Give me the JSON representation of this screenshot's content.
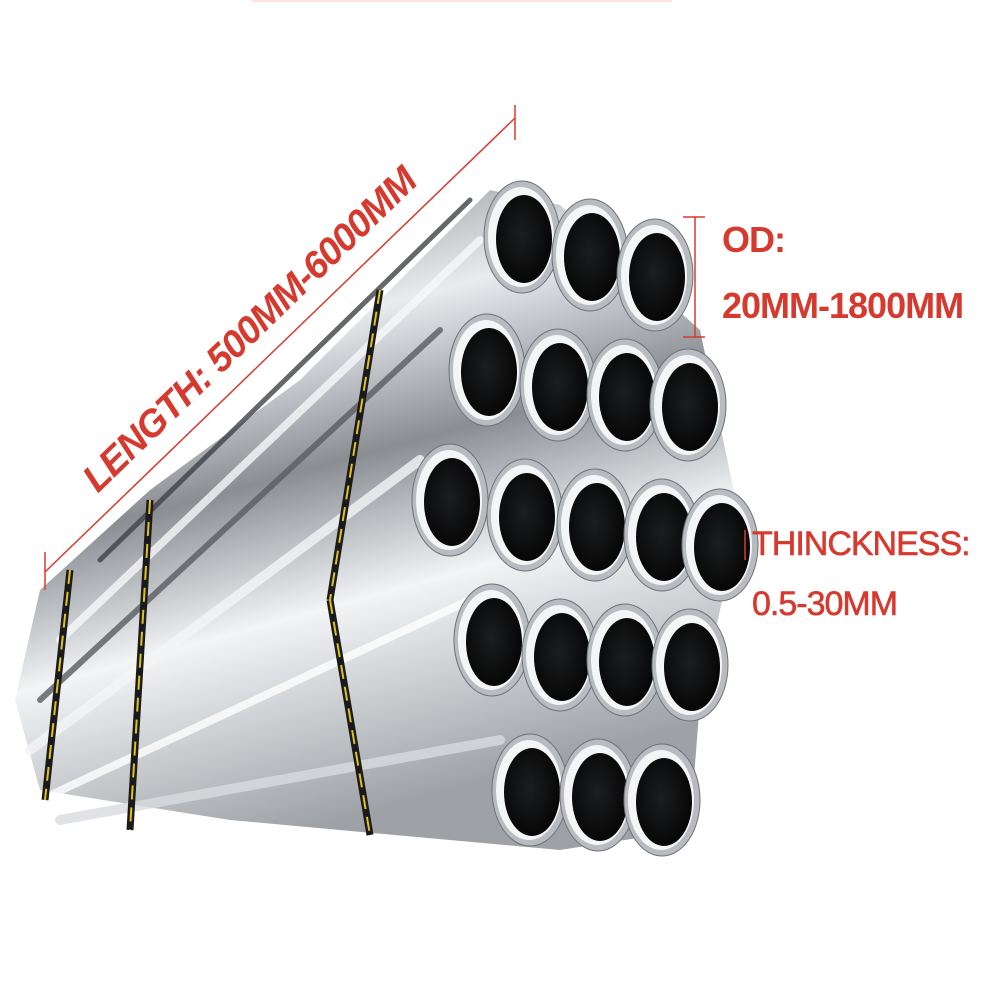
{
  "labels": {
    "length": "LENGTH: 500MM-6000MM",
    "od_title": "OD:",
    "od_value": "20MM-1800MM",
    "thickness_title": "THINCKNESS:",
    "thickness_value": "0.5-30MM"
  },
  "colors": {
    "accent": "#d63a2f",
    "strap": "#e2c21c"
  }
}
